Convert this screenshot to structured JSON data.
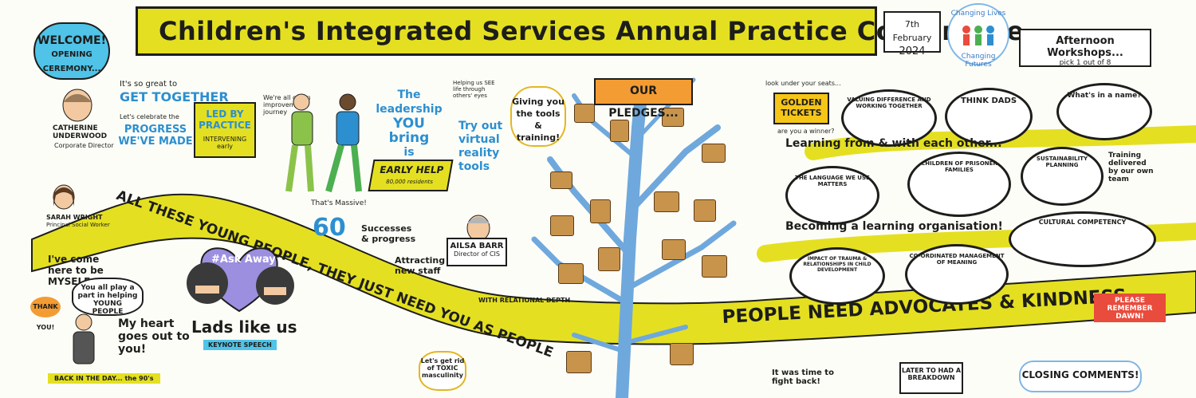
{
  "title": "Children's Integrated Services Annual Practice Conference",
  "date": {
    "line1": "7th February",
    "line2": "2024"
  },
  "welcome": {
    "line1": "WELCOME!",
    "line2": "OPENING CEREMONY..."
  },
  "logo": {
    "top": "Changing Lives",
    "bottom": "Changing Futures"
  },
  "afternoon": {
    "title": "Afternoon Workshops...",
    "sub": "pick 1 out of 8"
  },
  "speakers": {
    "catherine": {
      "name": "CATHERINE UNDERWOOD",
      "role": "Corporate Director"
    },
    "sarah": {
      "name": "SARAH WRIGHT",
      "role": "Principal Social Worker"
    },
    "ailsa": {
      "name": "AILSA BARR",
      "role": "Director of CIS"
    }
  },
  "left_panel": {
    "its_great": "It's so great to",
    "get_together": "GET TOGETHER",
    "celebrate": "Let's celebrate the",
    "progress": "PROGRESS WE'VE MADE",
    "led_by": "LED BY PRACTICE",
    "led_sub": "INTERVENING early",
    "improvement": "We're all on an improvement journey"
  },
  "leadership": {
    "line1": "The leadership",
    "line2": "YOU bring",
    "line3": "is important!"
  },
  "early_help": {
    "title": "EARLY HELP",
    "sub": "80,000 residents"
  },
  "vr": {
    "intro": "Helping us SEE life through others' eyes",
    "line1": "Try out",
    "line2": "virtual",
    "line3": "reality",
    "line4": "tools"
  },
  "tools": {
    "line1": "Giving you",
    "line2": "the tools",
    "line3": "& training!"
  },
  "pledges": "OUR PLEDGES...",
  "golden": {
    "intro": "look under your seats...",
    "title": "GOLDEN TICKETS",
    "sub": "are you a winner?"
  },
  "workshops": {
    "valuing": "VALUING DIFFERENCE AND WORKING TOGETHER",
    "dads": "THINK DADS",
    "name": "What's in a name?",
    "learning": "Learning from & with each other...",
    "language": "THE LANGUAGE WE USE MATTERS",
    "prisoner": "CHILDREN OF PRISONER FAMILIES",
    "sustain": "SUSTAINABILITY PLANNING",
    "training": "Training delivered by our own team",
    "becoming": "Becoming a learning organisation!",
    "cultural": "CULTURAL COMPETENCY",
    "trauma": "IMPACT OF TRAUMA & RELATIONSHIPS IN CHILD DEVELOPMENT",
    "coordinated": "CO-ORDINATED MANAGEMENT OF MEANING"
  },
  "sash_top": "ALL THESE YOUNG PEOPLE, THEY JUST NEED YOU AS PEOPLE",
  "sash_depth": "WITH RELATIONAL DEPTH",
  "sash_right": "PEOPLE NEED ADVOCATES & KINDNESS",
  "remember": {
    "line1": "PLEASE REMEMBER",
    "line2": "DAWN!"
  },
  "stats": {
    "massive": "That's Massive!",
    "sixty": "60",
    "successes": "Successes & progress",
    "staff": "Attracting new staff"
  },
  "lads": {
    "myself": "I've come here to be MYSELF...",
    "thanks": "THANK YOU!",
    "play": "You all play a part in helping YOUNG PEOPLE",
    "heart": "My heart goes out to you!",
    "askaway": "#Ask Away",
    "name": "Lads like us",
    "keynote": "KEYNOTE SPEECH"
  },
  "bottom": {
    "back": "BACK IN THE DAY... the 90's",
    "toxic": "Let's get rid of TOXIC masculinity",
    "fight": "It was time to fight back!",
    "breakdown": "LATER TO HAD A BREAKDOWN",
    "closing": "CLOSING COMMENTS!"
  }
}
